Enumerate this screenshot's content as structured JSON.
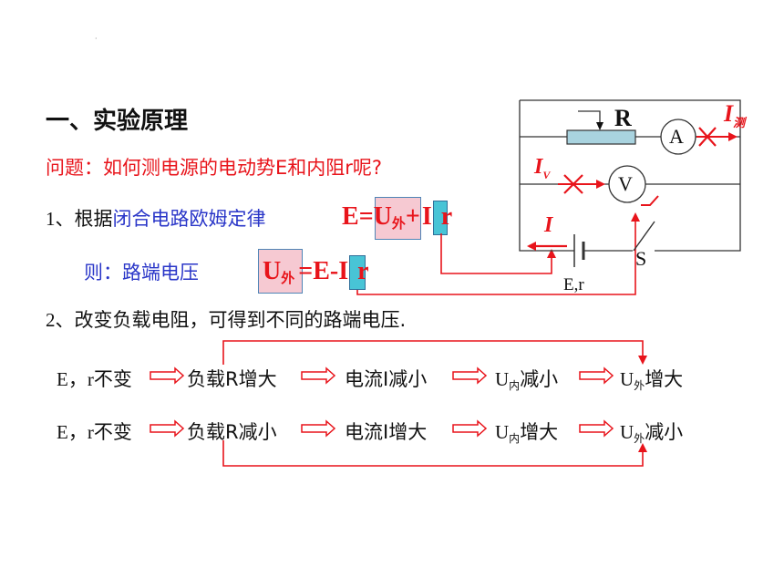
{
  "dot": "·",
  "heading": "一、实验原理",
  "question": "问题：如何测电源的电动势E和内阻r呢?",
  "step1": {
    "num": "1、",
    "prefix": "根据",
    "law": "闭合电路欧姆定律"
  },
  "eq1": {
    "E": "E",
    "eq": "=",
    "U": "U",
    "U_sub": "外",
    "plus": "+",
    "I": "I",
    "r": "r"
  },
  "step1b": "则：路端电压",
  "eq2": {
    "U": "U",
    "U_sub": "外",
    "eq": "=",
    "E": "E",
    "minus": "-",
    "I": "I",
    "r": "r"
  },
  "step2": {
    "num": "2、",
    "text": "改变负载电阻，可得到不同的路端电压."
  },
  "chain1": {
    "a": "E，r不变",
    "b": "负载R增大",
    "c": "电流I减小",
    "d_U": "U",
    "d_sub": "内",
    "d_tail": "减小",
    "e_U": "U",
    "e_sub": "外",
    "e_tail": "增大"
  },
  "chain2": {
    "a": "E，r不变",
    "b": "负载R减小",
    "c": "电流I增大",
    "d_U": "U",
    "d_sub": "内",
    "d_tail": "增大",
    "e_U": "U",
    "e_sub": "外",
    "e_tail": "减小"
  },
  "circuit": {
    "R": "R",
    "A": "A",
    "V": "V",
    "S": "S",
    "Er": "E,r",
    "I_meas": "I",
    "I_meas_sub": "测",
    "I_v": "I",
    "I_v_sub": "V",
    "I_total": "I"
  },
  "colors": {
    "red": "#e8141b",
    "blue": "#2a36c8",
    "pink": "#f6c9d2",
    "cyan": "#48c4d6",
    "rheostat": "#a9d3df"
  }
}
